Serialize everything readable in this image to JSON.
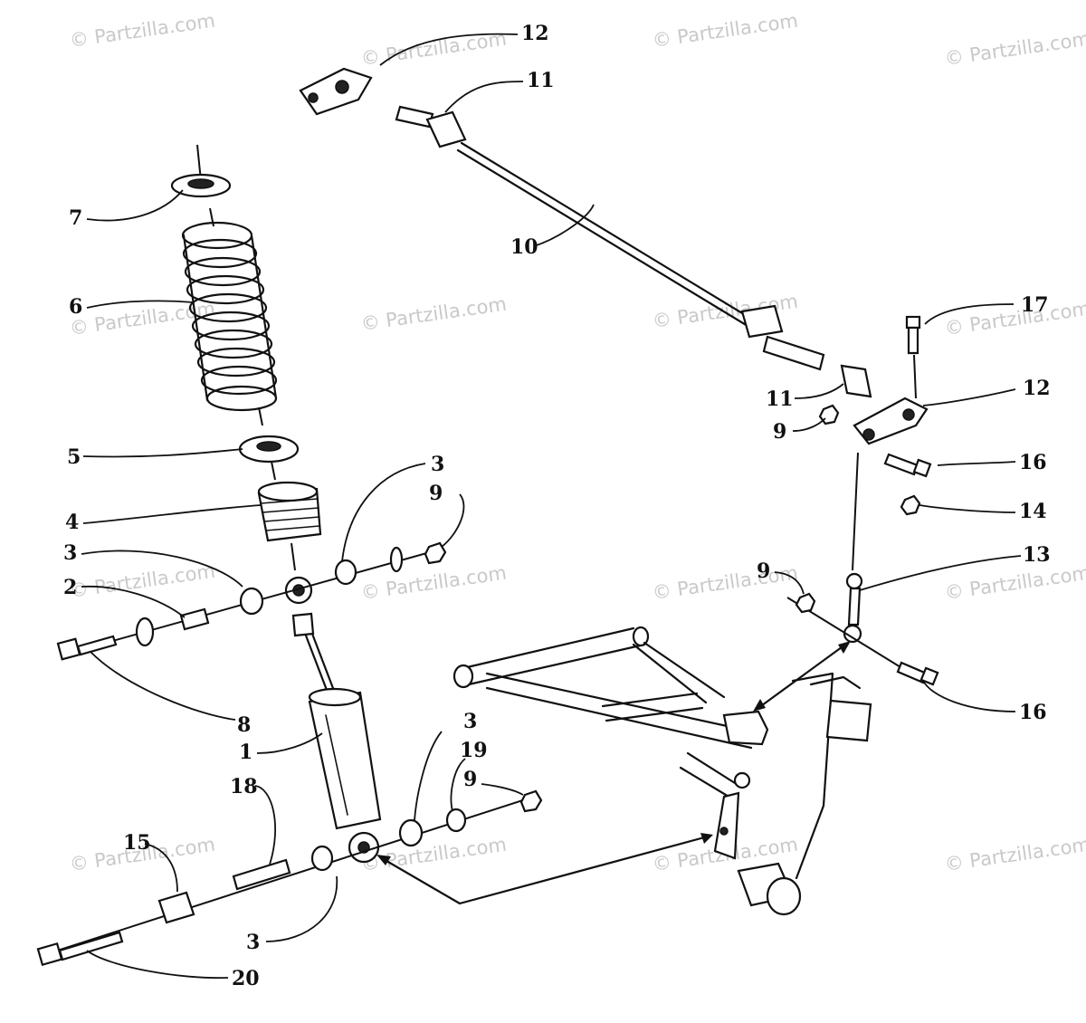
{
  "watermark": "© Partzilla.com",
  "callouts": {
    "c1": "1",
    "c2": "2",
    "c3a": "3",
    "c3b": "3",
    "c3c": "3",
    "c3d": "3",
    "c4": "4",
    "c5": "5",
    "c6": "6",
    "c7": "7",
    "c8": "8",
    "c9a": "9",
    "c9b": "9",
    "c9c": "9",
    "c9d": "9",
    "c10": "10",
    "c11a": "11",
    "c11b": "11",
    "c12a": "12",
    "c12b": "12",
    "c13": "13",
    "c14": "14",
    "c15": "15",
    "c16a": "16",
    "c16b": "16",
    "c17": "17",
    "c18": "18",
    "c19": "19",
    "c20": "20"
  }
}
